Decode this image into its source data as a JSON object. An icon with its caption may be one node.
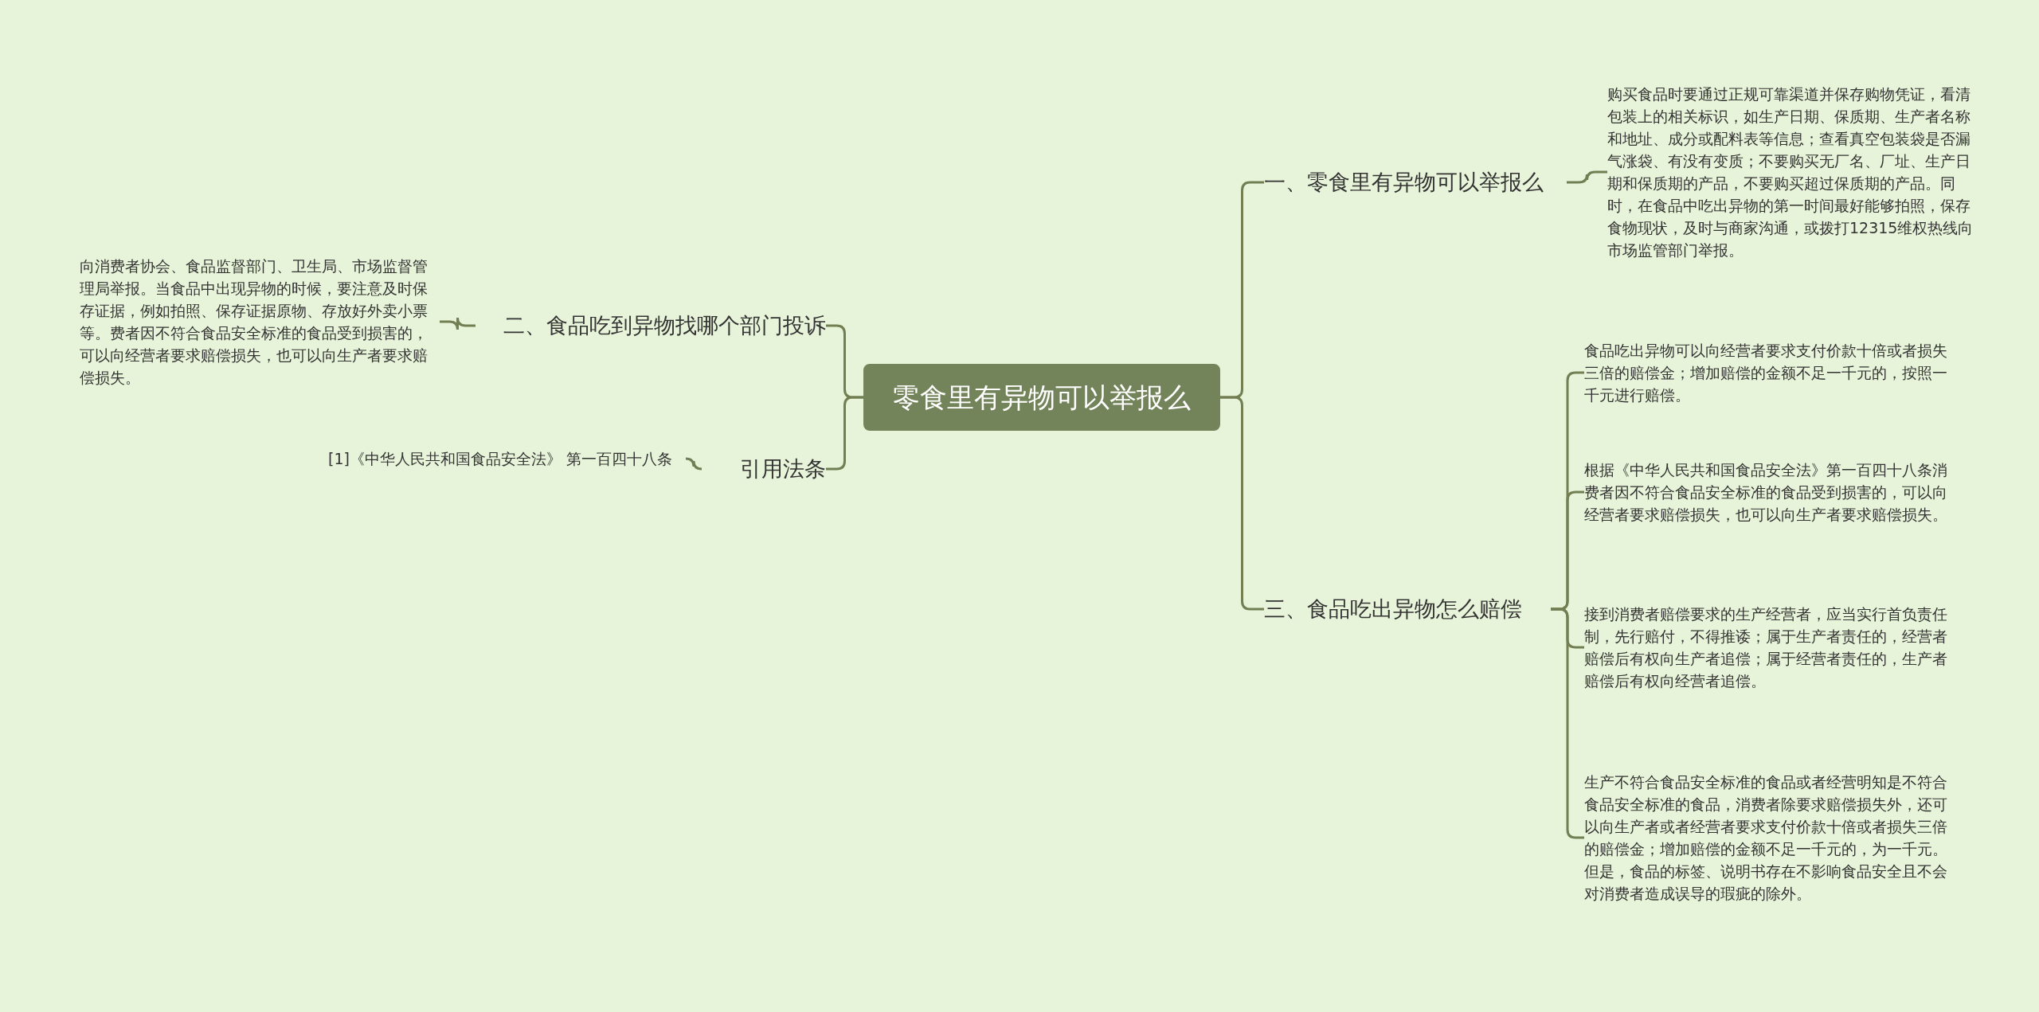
{
  "diagram": {
    "nodes": [
      {
        "text": [
          "零食里有异物可以举报么"
        ]
      },
      {
        "text": [
          "一、零食里有异物可以举报么"
        ]
      },
      {
        "text": [
          "购买食品时要通过正规可靠渠道并保存购物凭证，看清包装上的相关标识，如生产日期、保质期、生产者名称和地址、成分或配料表等信息；查看真空包装袋是否漏气涨袋、有没有变质；不要购买无厂名、厂址、生产日期和保质期的产品，不要购买超过保质期的产品。同时，在食品中吃出异物的第一时间最好能够拍照，保存食物现状，及时与商家沟通，或拨打12315维权热线向市场监管部门举报。"
        ]
      },
      {
        "text": [
          "二、食品吃到异物找哪个部门投诉"
        ]
      },
      {
        "text": [
          "向消费者协会、食品监督部门、卫生局、市场监督管理局举报。当食品中出现异物的时候，要注意及时保存证据，例如拍照、保存证据原物、存放好外卖小票等。费者因不符合食品安全标准的食品受到损害的，可以向经营者要求赔偿损失，也可以向生产者要求赔偿损失。"
        ]
      },
      {
        "text": [
          "引用法条"
        ]
      },
      {
        "text": [
          "[1]《中华人民共和国食品安全法》 第一百四十八条"
        ]
      },
      {
        "text": [
          "三、食品吃出异物怎么赔偿"
        ]
      },
      {
        "text": [
          "食品吃出异物可以向经营者要求支付价款十倍或者损失三倍的赔偿金；增加赔偿的金额不足一千元的，按照一千元进行赔偿。"
        ]
      },
      {
        "text": [
          "根据《中华人民共和国食品安全法》第一百四十八条消费者因不符合食品安全标准的食品受到损害的，可以向经营者要求赔偿损失，也可以向生产者要求赔偿损失。"
        ]
      },
      {
        "text": [
          "接到消费者赔偿要求的生产经营者，应当实行首负责任制，先行赔付，不得推诿；属于生产者责任的，经营者赔偿后有权向生产者追偿；属于经营者责任的，生产者赔偿后有权向经营者追偿。"
        ]
      },
      {
        "text": [
          "生产不符合食品安全标准的食品或者经营明知是不符合食品安全标准的食品，消费者除要求赔偿损失外，还可以向生产者或者经营者要求支付价款十倍或者损失三倍的赔偿金；增加赔偿的金额不足一千元的，为一千元。但是，食品的标签、说明书存在不影响食品安全且不会对消费者造成误导的瑕疵的除外。"
        ]
      }
    ],
    "edges": [
      {
        "from": 0,
        "to": 1,
        "arrow": "none"
      },
      {
        "from": 1,
        "to": 2,
        "arrow": "none"
      },
      {
        "from": 0,
        "to": 3,
        "arrow": "none"
      },
      {
        "from": 3,
        "to": 4,
        "arrow": "none"
      },
      {
        "from": 0,
        "to": 5,
        "arrow": "none"
      },
      {
        "from": 5,
        "to": 6,
        "arrow": "none"
      },
      {
        "from": 0,
        "to": 7,
        "arrow": "none"
      },
      {
        "from": 7,
        "to": 8,
        "arrow": "none"
      },
      {
        "from": 7,
        "to": 9,
        "arrow": "none"
      },
      {
        "from": 7,
        "to": 10,
        "arrow": "none"
      },
      {
        "from": 7,
        "to": 11,
        "arrow": "none"
      }
    ]
  }
}
